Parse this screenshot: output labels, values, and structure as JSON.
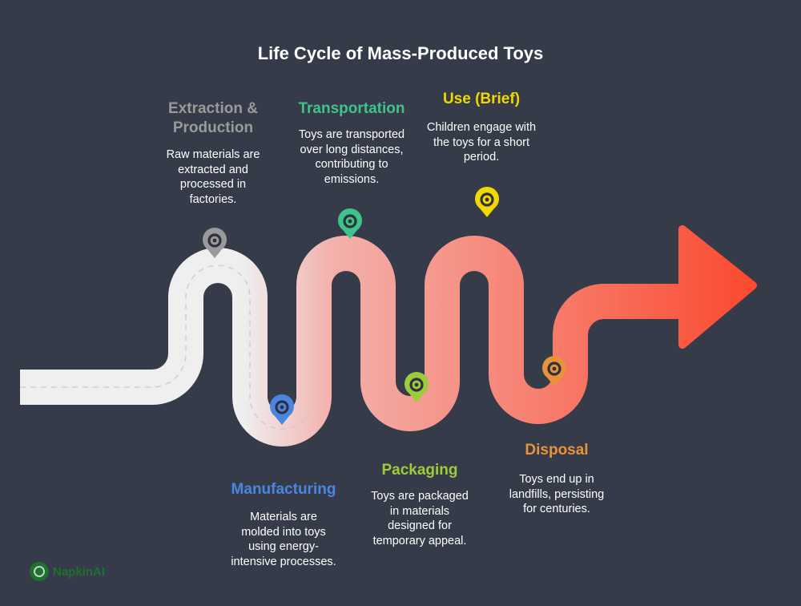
{
  "title": "Life Cycle of Mass-Produced Toys",
  "colors": {
    "background": "#363b4a",
    "path_start": "#efefef",
    "path_mid": "#f3b2ad",
    "path_end": "#fb4a2f",
    "divider": "#c9c9c9"
  },
  "steps": [
    {
      "title": "Extraction & Production",
      "title_lines": [
        "Extraction &",
        "Production"
      ],
      "description": "Raw materials are extracted and processed in factories.",
      "description_lines": [
        "Raw materials are",
        "extracted and",
        "processed in",
        "factories."
      ],
      "color": "#9a9a9a",
      "icon": "location-pin-icon"
    },
    {
      "title": "Manufacturing",
      "title_lines": [
        "Manufacturing"
      ],
      "description": "Materials are molded into toys using energy-intensive processes.",
      "description_lines": [
        "Materials are",
        "molded into toys",
        "using energy-",
        "intensive processes."
      ],
      "color": "#4a86e0",
      "icon": "location-pin-icon"
    },
    {
      "title": "Transportation",
      "title_lines": [
        "Transportation"
      ],
      "description": "Toys are transported over long distances, contributing to emissions.",
      "description_lines": [
        "Toys are transported",
        "over long distances,",
        "contributing to",
        "emissions."
      ],
      "color": "#3ec48a",
      "icon": "location-pin-icon"
    },
    {
      "title": "Packaging",
      "title_lines": [
        "Packaging"
      ],
      "description": "Toys are packaged in materials designed for temporary appeal.",
      "description_lines": [
        "Toys are packaged",
        "in materials",
        "designed for",
        "temporary appeal."
      ],
      "color": "#9ccc3c",
      "icon": "location-pin-icon"
    },
    {
      "title": "Use (Brief)",
      "title_lines": [
        "Use (Brief)"
      ],
      "description": "Children engage with the toys for a short period.",
      "description_lines": [
        "Children engage with",
        "the toys for a short",
        "period."
      ],
      "color": "#f1d800",
      "icon": "location-pin-icon"
    },
    {
      "title": "Disposal",
      "title_lines": [
        "Disposal"
      ],
      "description": "Toys end up in landfills, persisting for centuries.",
      "description_lines": [
        "Toys end up in",
        "landfills, persisting",
        "for centuries."
      ],
      "color": "#e8923a",
      "icon": "location-pin-icon"
    }
  ],
  "brand": {
    "name": "NapkinAI",
    "icon": "brand-logo-icon",
    "color": "#1a7a2a"
  }
}
